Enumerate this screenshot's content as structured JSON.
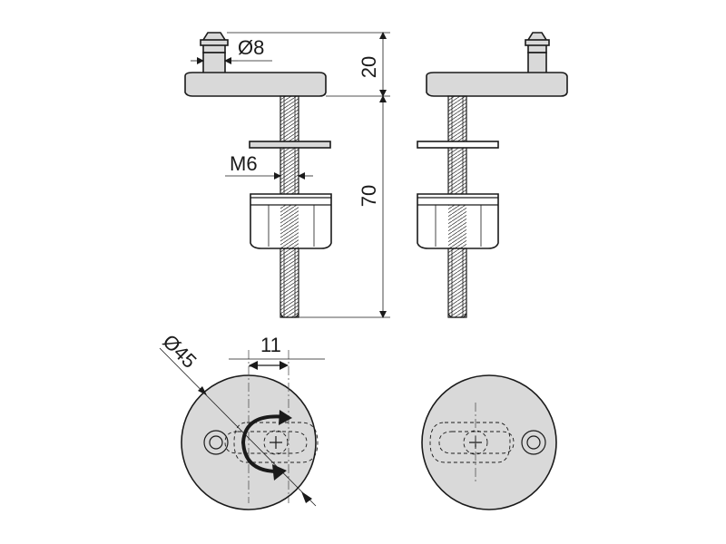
{
  "dimensions": {
    "pin_diameter": "Ø8",
    "top_height": "20",
    "thread": "M6",
    "bolt_length": "70",
    "base_diameter": "Ø45",
    "offset": "11"
  },
  "colors": {
    "part_fill": "#d9d9d9",
    "stroke": "#1a1a1a",
    "background": "#ffffff"
  }
}
